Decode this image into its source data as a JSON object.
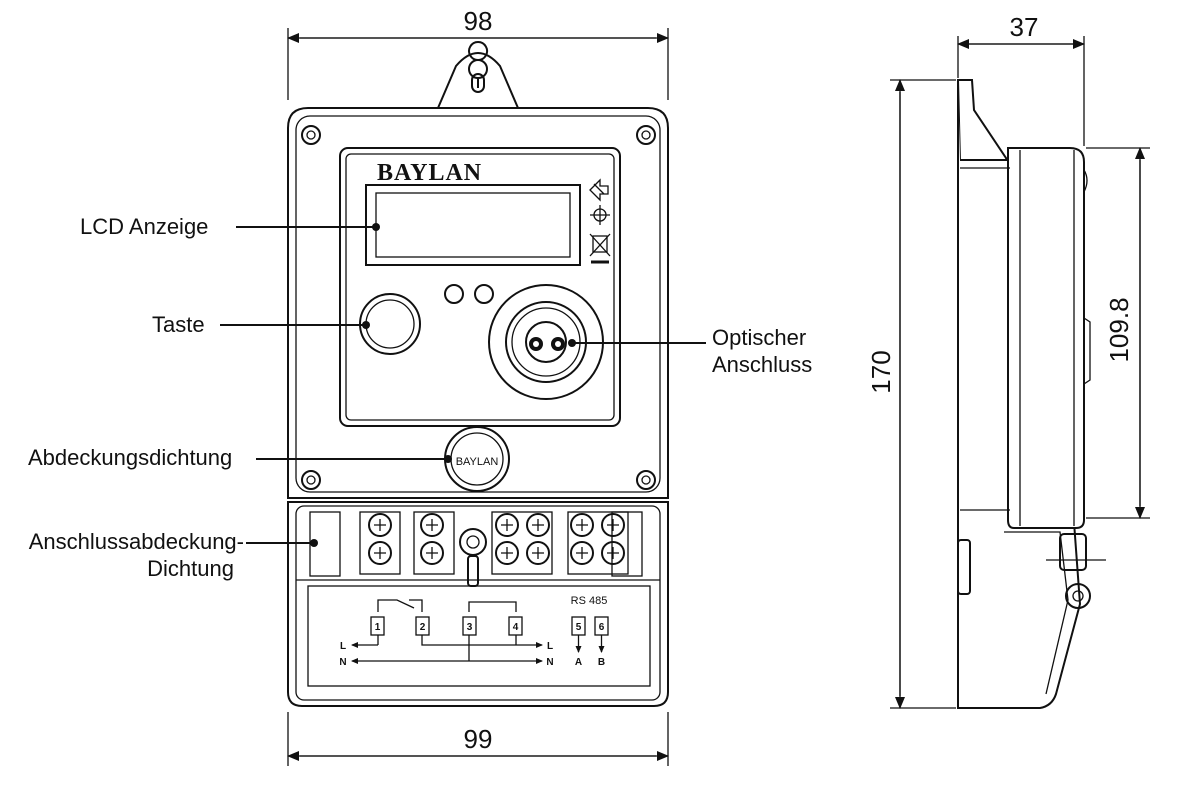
{
  "dimensions": {
    "top_width": "98",
    "bottom_width": "99",
    "height": "170",
    "depth": "37",
    "side_height": "109.8"
  },
  "brand": {
    "logo": "BAYLAN",
    "seal_text": "BAYLAN"
  },
  "callouts": {
    "lcd": "LCD Anzeige",
    "button": "Taste",
    "optical_line1": "Optischer",
    "optical_line2": "Anschluss",
    "cover_seal": "Abdeckungsdichtung",
    "terminal_seal_line1": "Anschlussabdeckung-",
    "terminal_seal_line2": "Dichtung"
  },
  "wiring": {
    "terminals": [
      "1",
      "2",
      "3",
      "4",
      "5",
      "6"
    ],
    "l_left": "L",
    "n_left": "N",
    "l_right": "L",
    "n_right": "N",
    "rs485": "RS 485",
    "rs485_a": "A",
    "rs485_b": "B"
  }
}
